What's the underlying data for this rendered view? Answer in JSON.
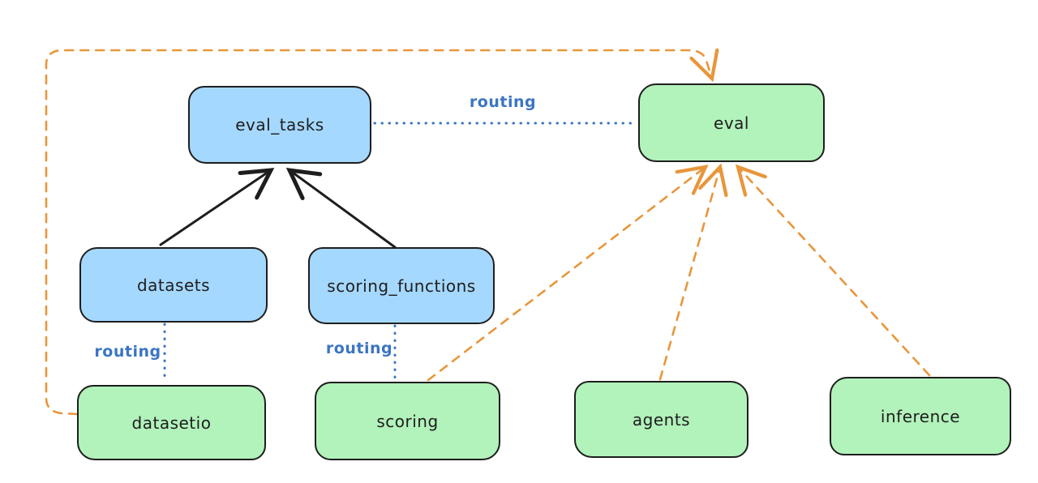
{
  "diagram": {
    "nodes": {
      "eval_tasks": {
        "label": "eval_tasks",
        "kind": "registry"
      },
      "eval": {
        "label": "eval",
        "kind": "provider"
      },
      "datasets": {
        "label": "datasets",
        "kind": "registry"
      },
      "scoring_functions": {
        "label": "scoring_functions",
        "kind": "registry"
      },
      "datasetio": {
        "label": "datasetio",
        "kind": "provider"
      },
      "scoring": {
        "label": "scoring",
        "kind": "provider"
      },
      "agents": {
        "label": "agents",
        "kind": "provider"
      },
      "inference": {
        "label": "inference",
        "kind": "provider"
      }
    },
    "edge_labels": {
      "routing_eval_tasks_to_eval": "routing",
      "routing_datasets_to_datasetio": "routing",
      "routing_scoring_functions_to_scoring": "routing"
    },
    "edges": {
      "solid_black": [
        "datasets -> eval_tasks",
        "scoring_functions -> eval_tasks"
      ],
      "dotted_blue_routing": [
        "eval_tasks .. eval",
        "datasets .. datasetio",
        "scoring_functions .. scoring"
      ],
      "dashed_orange": [
        "datasetio -> eval (loop around left and top)",
        "scoring -> eval",
        "agents -> eval",
        "inference -> eval"
      ]
    },
    "colors": {
      "registry_fill": "#a5d8ff",
      "provider_fill": "#b2f2bb",
      "node_stroke": "#1e1e1e",
      "node_text": "#1e1e1e",
      "routing_blue": "#3b75c4",
      "dependency_orange": "#e8963b",
      "arrow_black": "#1e1e1e",
      "background": "#ffffff"
    }
  }
}
